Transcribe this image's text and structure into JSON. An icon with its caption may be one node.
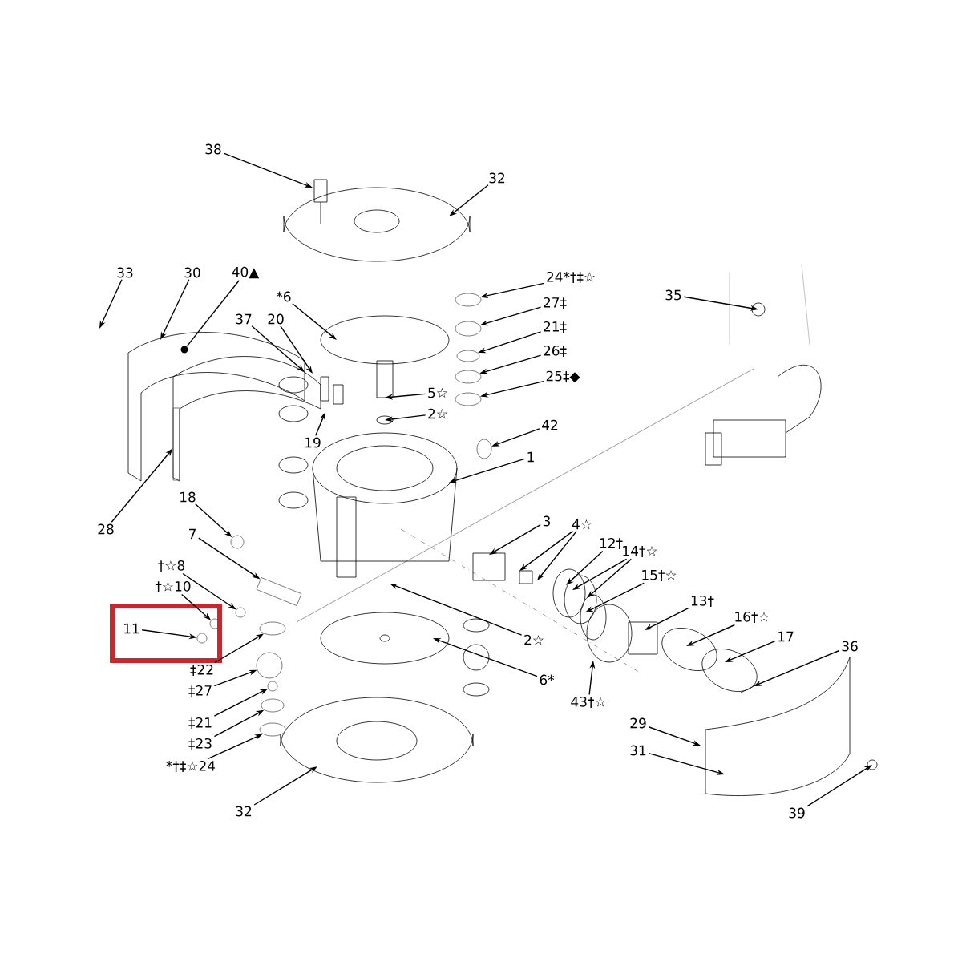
{
  "diagram": {
    "nodes": [
      {
        "text": [
          "38"
        ]
      },
      {
        "text": [
          "32"
        ]
      },
      {
        "text": [
          "33"
        ]
      },
      {
        "text": [
          "30"
        ]
      },
      {
        "text": [
          "40▲"
        ]
      },
      {
        "text": [
          "*6"
        ]
      },
      {
        "text": [
          "24*†‡☆"
        ]
      },
      {
        "text": [
          "35"
        ]
      },
      {
        "text": [
          "27‡"
        ]
      },
      {
        "text": [
          "37"
        ]
      },
      {
        "text": [
          "20"
        ]
      },
      {
        "text": [
          "21‡"
        ]
      },
      {
        "text": [
          "26‡"
        ]
      },
      {
        "text": [
          "25‡◆"
        ]
      },
      {
        "text": [
          "5☆"
        ]
      },
      {
        "text": [
          "2☆"
        ]
      },
      {
        "text": [
          "42"
        ]
      },
      {
        "text": [
          "19"
        ]
      },
      {
        "text": [
          "1"
        ]
      },
      {
        "text": [
          "18"
        ]
      },
      {
        "text": [
          "3"
        ]
      },
      {
        "text": [
          "28"
        ]
      },
      {
        "text": [
          "4☆"
        ]
      },
      {
        "text": [
          "7"
        ]
      },
      {
        "text": [
          "12†"
        ]
      },
      {
        "text": [
          "14†☆"
        ]
      },
      {
        "text": [
          "†☆8"
        ]
      },
      {
        "text": [
          "15†☆"
        ]
      },
      {
        "text": [
          "†☆10"
        ]
      },
      {
        "text": [
          "13†"
        ]
      },
      {
        "text": [
          "16†☆"
        ]
      },
      {
        "text": [
          "11"
        ]
      },
      {
        "text": [
          "17"
        ]
      },
      {
        "text": [
          "2☆"
        ]
      },
      {
        "text": [
          "36"
        ]
      },
      {
        "text": [
          "‡22"
        ]
      },
      {
        "text": [
          "6*"
        ]
      },
      {
        "text": [
          "‡27"
        ]
      },
      {
        "text": [
          "43†☆"
        ]
      },
      {
        "text": [
          "‡21"
        ]
      },
      {
        "text": [
          "29"
        ]
      },
      {
        "text": [
          "‡23"
        ]
      },
      {
        "text": [
          "31"
        ]
      },
      {
        "text": [
          "*†‡☆24"
        ]
      },
      {
        "text": [
          "32"
        ]
      },
      {
        "text": [
          "39"
        ]
      },
      {
        "text": [],
        "shape": "circle"
      },
      {
        "text": [],
        "shape": "ellipse"
      },
      {
        "text": [],
        "shape": "ellipse"
      },
      {
        "text": [],
        "shape": "ellipse"
      },
      {
        "text": [],
        "shape": "ellipse"
      },
      {
        "text": [],
        "shape": "ellipse"
      },
      {
        "text": [],
        "shape": "bar"
      },
      {
        "text": [],
        "shape": "ellipse"
      },
      {
        "text": [],
        "shape": "ellipse"
      },
      {
        "text": [],
        "shape": "ellipse"
      },
      {
        "text": [],
        "shape": "ellipse"
      },
      {
        "text": [],
        "shape": "ellipse"
      },
      {
        "text": [],
        "shape": "bar"
      },
      {
        "text": [],
        "shape": "ellipse"
      },
      {
        "text": [],
        "shape": "ellipse"
      },
      {
        "text": [],
        "shape": "ellipse"
      },
      {
        "text": [],
        "shape": "ellipse"
      },
      {
        "text": [],
        "shape": "ellipse"
      }
    ],
    "edges": [
      {
        "from": 0,
        "to": null,
        "arrow": "to"
      },
      {
        "from": 1,
        "to": null,
        "arrow": "to"
      },
      {
        "from": 2,
        "to": null,
        "arrow": "to"
      },
      {
        "from": 3,
        "to": null,
        "arrow": "to"
      },
      {
        "from": 4,
        "to": 46,
        "arrow": "none"
      },
      {
        "from": 5,
        "to": null,
        "arrow": "to"
      },
      {
        "from": 6,
        "to": 57,
        "arrow": "to"
      },
      {
        "from": 7,
        "to": null,
        "arrow": "to"
      },
      {
        "from": 8,
        "to": 56,
        "arrow": "to"
      },
      {
        "from": 9,
        "to": null,
        "arrow": "to"
      },
      {
        "from": 10,
        "to": null,
        "arrow": "to"
      },
      {
        "from": 11,
        "to": 47,
        "arrow": "to"
      },
      {
        "from": 12,
        "to": 48,
        "arrow": "to"
      },
      {
        "from": 13,
        "to": 49,
        "arrow": "to"
      },
      {
        "from": 14,
        "to": null,
        "arrow": "to"
      },
      {
        "from": 15,
        "to": null,
        "arrow": "to"
      },
      {
        "from": 16,
        "to": 50,
        "arrow": "to"
      },
      {
        "from": 17,
        "to": null,
        "arrow": "to"
      },
      {
        "from": 18,
        "to": null,
        "arrow": "to"
      },
      {
        "from": 19,
        "to": 51,
        "arrow": "to"
      },
      {
        "from": 20,
        "to": null,
        "arrow": "to"
      },
      {
        "from": 21,
        "to": 52,
        "arrow": "to"
      },
      {
        "from": 22,
        "to": null,
        "arrow": "to"
      },
      {
        "from": 22,
        "to": null,
        "arrow": "to"
      },
      {
        "from": 23,
        "to": 58,
        "arrow": "to"
      },
      {
        "from": 24,
        "to": null,
        "arrow": "to"
      },
      {
        "from": 25,
        "to": null,
        "arrow": "to"
      },
      {
        "from": 25,
        "to": null,
        "arrow": "to"
      },
      {
        "from": 26,
        "to": 55,
        "arrow": "to"
      },
      {
        "from": 27,
        "to": null,
        "arrow": "to"
      },
      {
        "from": 28,
        "to": 53,
        "arrow": "to"
      },
      {
        "from": 29,
        "to": null,
        "arrow": "to"
      },
      {
        "from": 30,
        "to": null,
        "arrow": "to"
      },
      {
        "from": 31,
        "to": 54,
        "arrow": "to"
      },
      {
        "from": 32,
        "to": null,
        "arrow": "to"
      },
      {
        "from": 33,
        "to": null,
        "arrow": "to"
      },
      {
        "from": 34,
        "to": null,
        "arrow": "to"
      },
      {
        "from": 35,
        "to": 59,
        "arrow": "to"
      },
      {
        "from": 36,
        "to": null,
        "arrow": "to"
      },
      {
        "from": 37,
        "to": 60,
        "arrow": "to"
      },
      {
        "from": 38,
        "to": null,
        "arrow": "to"
      },
      {
        "from": 39,
        "to": 61,
        "arrow": "to"
      },
      {
        "from": 40,
        "to": null,
        "arrow": "to"
      },
      {
        "from": 41,
        "to": 62,
        "arrow": "to"
      },
      {
        "from": 42,
        "to": null,
        "arrow": "to"
      },
      {
        "from": 43,
        "to": 63,
        "arrow": "to"
      },
      {
        "from": 44,
        "to": null,
        "arrow": "to"
      },
      {
        "from": 45,
        "to": null,
        "arrow": "to"
      }
    ]
  }
}
